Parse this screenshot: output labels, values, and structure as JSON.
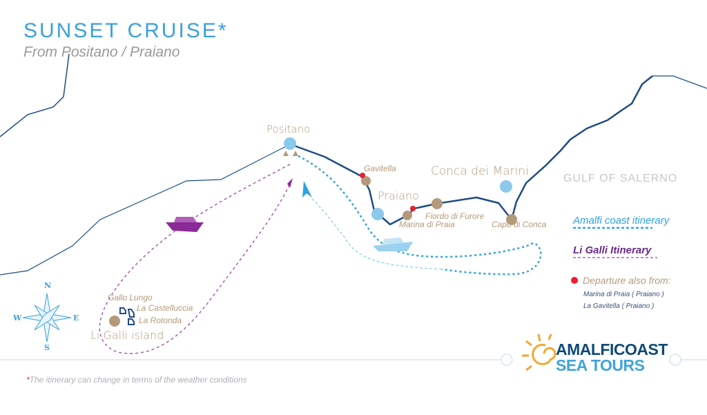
{
  "header": {
    "title": "SUNSET CRUISE*",
    "subtitle": "From Positano / Praiano"
  },
  "places": {
    "positano": "Positano",
    "praiano": "Praiano",
    "conca": "Conca dei Marini",
    "gavitella": "Gavitella",
    "marina_di_praia": "Marina di Praia",
    "fiordo": "Fiordo di Furore",
    "capo": "Capo di Conca",
    "gallo_lungo": "Gallo Lungo",
    "castelluccia": "La Castelluccia",
    "rotonda": "La Rotonda",
    "li_galli": "Li Galli island",
    "gulf": "GULF OF SALERNO"
  },
  "compass": {
    "n": "N",
    "s": "S",
    "e": "E",
    "w": "W"
  },
  "legend": {
    "amalfi": "Amalfi coast itinerary",
    "galli": "Li Galli Itinerary",
    "departure": "Departure also from:",
    "departure_items": [
      "Marina di Praia ( Praiano )",
      "La Gavitella ( Praiano )"
    ]
  },
  "footer": {
    "star": "*",
    "note": "The itinerary can change in terms of the weather conditions"
  },
  "logo": {
    "line1": "AMALFICOAST",
    "line2": "SEA TOURS"
  },
  "colors": {
    "coast": "#1d4a86",
    "amalfi_route": "#2ba3e0",
    "galli_route": "#a040a8",
    "stop_blue": "#8cc8ec",
    "stop_tan": "#b49a7a",
    "departure": "#e8202e"
  }
}
